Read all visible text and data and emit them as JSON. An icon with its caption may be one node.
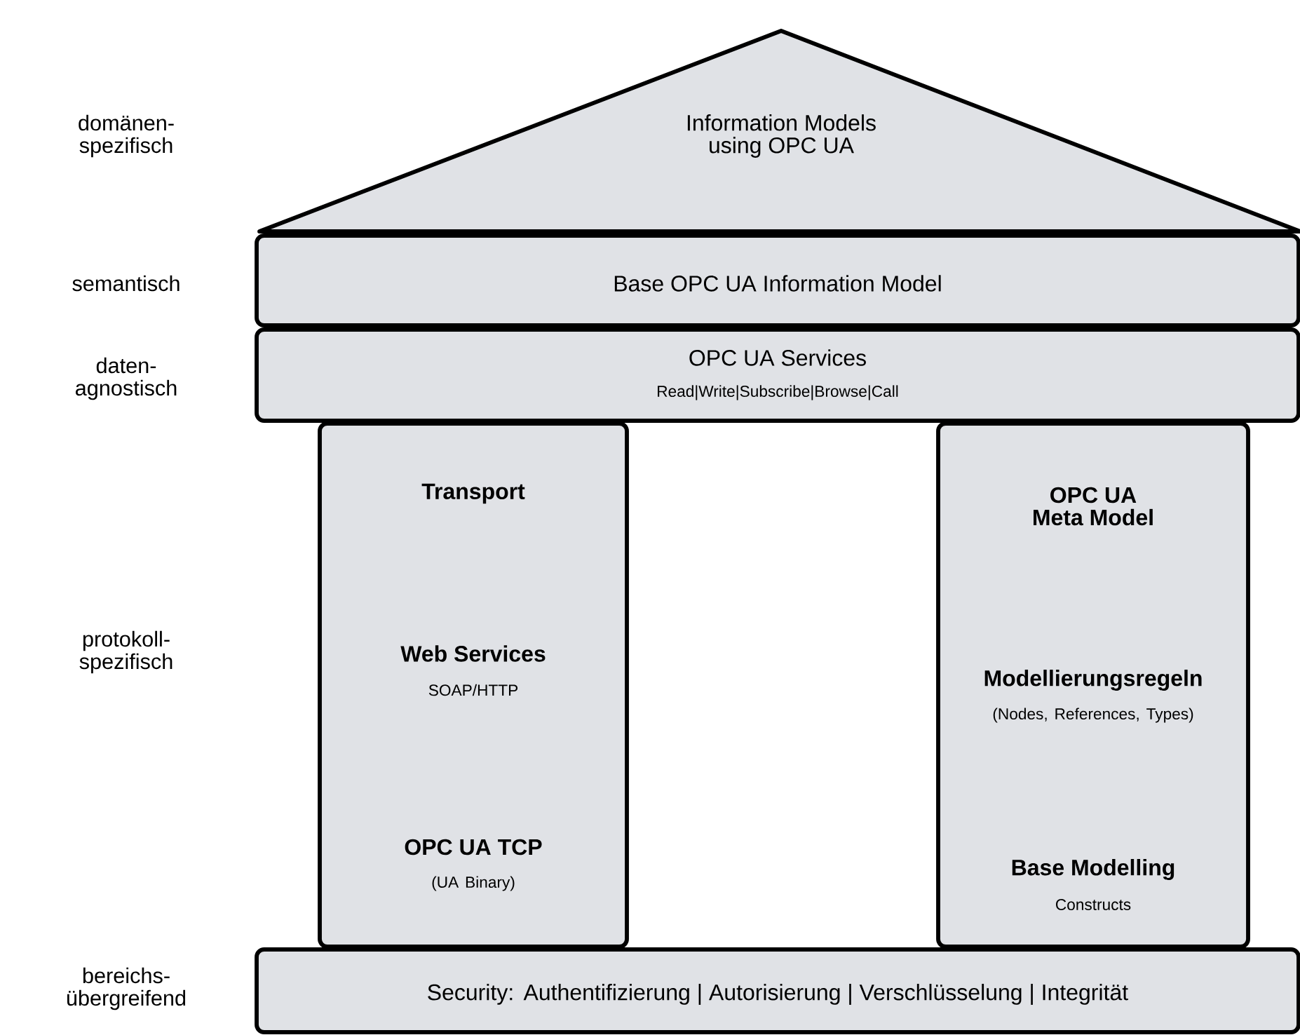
{
  "diagram": {
    "nodes": [
      {
        "text": [
          "Information Models using OPC UA"
        ]
      },
      {
        "text": [
          "Base OPC UA Information Model"
        ]
      },
      {
        "text": [
          "OPC UA Services",
          "Read|Write|Subscribe|Browse|Call"
        ]
      },
      {
        "text": [
          "Transport",
          "Web Services",
          "SOAP/HTTP",
          "OPC UA TCP",
          "(UA Binary)"
        ]
      },
      {
        "text": [
          "OPC UA Meta Model",
          "Modellierungsregeln",
          "(Nodes, References, Types)",
          "Base Modelling",
          "Constructs"
        ]
      },
      {
        "text": [
          "Security: Authentifizierung | Autorisierung | Verschlüsselung | Integrität"
        ]
      }
    ],
    "labels": [
      "domänen-spezifisch",
      "semantisch",
      "daten-agnostisch",
      "protokoll-spezifisch",
      "bereichs-übergreifend"
    ]
  }
}
